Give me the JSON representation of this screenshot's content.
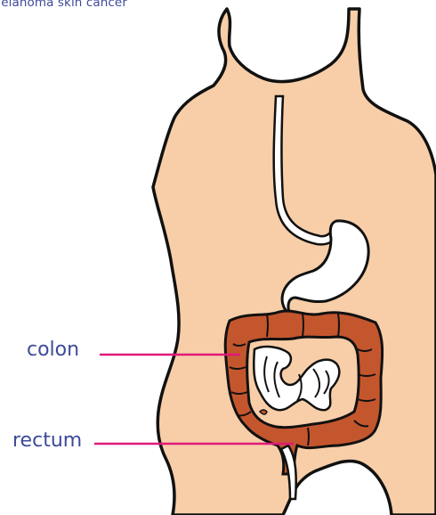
{
  "caption": "melanoma skin cancer",
  "labels": {
    "colon": "colon",
    "rectum": "rectum"
  },
  "colors": {
    "skin": "#f7cea8",
    "outline": "#111111",
    "colon": "#c4562e",
    "pointer_line": "#e01a7a",
    "label_text": "#3d4a9a"
  }
}
